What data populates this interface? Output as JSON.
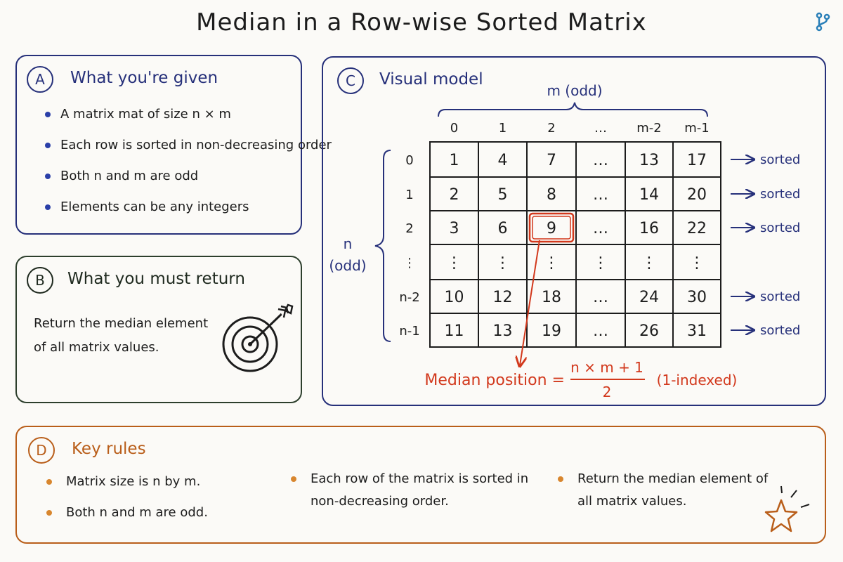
{
  "title": "Median in a Row-wise Sorted Matrix",
  "panel_a": {
    "badge": "A",
    "title": "What you're given",
    "items": [
      "A matrix mat of size n × m",
      "Each row is sorted in non-decreasing order",
      "Both n and m are odd",
      "Elements can be any integers"
    ]
  },
  "panel_b": {
    "badge": "B",
    "title": "What you must return",
    "description": "Return the median element of all matrix values."
  },
  "panel_c": {
    "badge": "C",
    "title": "Visual model",
    "col_brace_label": "m (odd)",
    "row_brace_label": [
      "n",
      "(odd)"
    ],
    "col_headers": [
      "0",
      "1",
      "2",
      "…",
      "m-2",
      "m-1"
    ],
    "row_headers": [
      "0",
      "1",
      "2",
      "⋮",
      "n-2",
      "n-1"
    ],
    "cells": [
      [
        "1",
        "4",
        "7",
        "…",
        "13",
        "17"
      ],
      [
        "2",
        "5",
        "8",
        "…",
        "14",
        "20"
      ],
      [
        "3",
        "6",
        "9",
        "…",
        "16",
        "22"
      ],
      [
        "⋮",
        "⋮",
        "⋮",
        "⋮",
        "⋮",
        "⋮"
      ],
      [
        "10",
        "12",
        "18",
        "…",
        "24",
        "30"
      ],
      [
        "11",
        "13",
        "19",
        "…",
        "26",
        "31"
      ]
    ],
    "highlight_row": 2,
    "highlight_col": 2,
    "row_tags": [
      "sorted",
      "sorted",
      "sorted",
      "",
      "sorted",
      "sorted"
    ],
    "formula": {
      "label": "Median position =",
      "numerator": "n × m + 1",
      "denominator": "2",
      "note": "(1-indexed)"
    }
  },
  "panel_d": {
    "badge": "D",
    "title": "Key rules",
    "col1": [
      "Matrix size is n by m.",
      "Both n and m are odd."
    ],
    "col2": [
      "Each row of the matrix is sorted in non-decreasing order."
    ],
    "col3": [
      "Return the median element of all matrix values."
    ]
  },
  "colors": {
    "navy": "#26307a",
    "dark_green": "#2d3f2d",
    "orange": "#b95e1a",
    "red": "#d2381c",
    "dot_blue": "#2a3fa8",
    "dot_orange": "#d8862e"
  },
  "icons": {
    "top_right": "git-branch-icon",
    "panel_b": "target-icon",
    "panel_d": "sparkle-star-icon"
  }
}
